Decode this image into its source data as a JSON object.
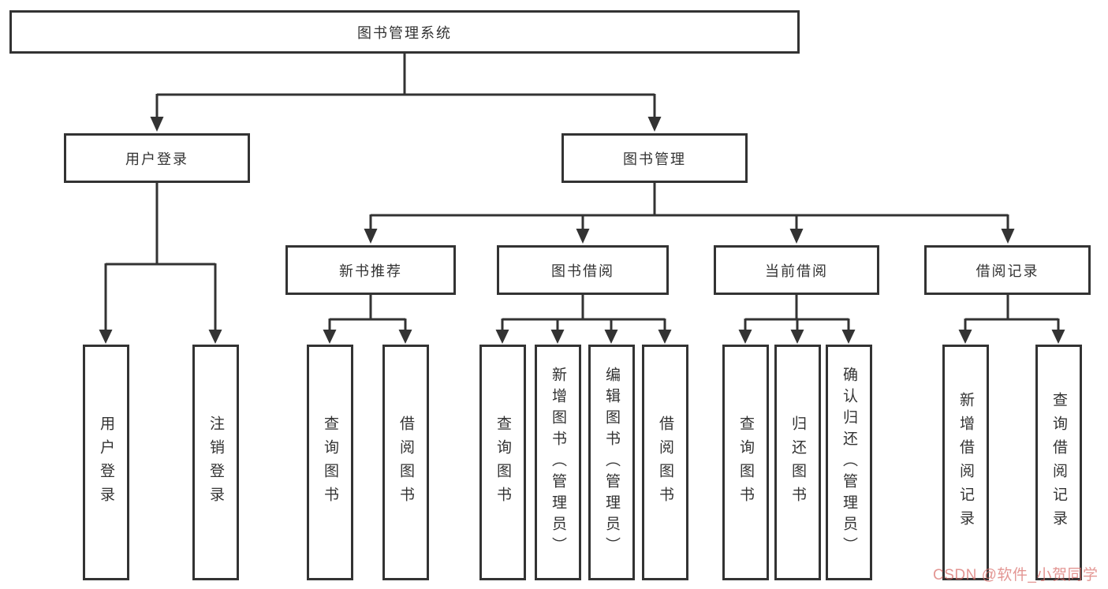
{
  "diagram_title": "图书管理系统",
  "nodes": {
    "root": "图书管理系统",
    "l2_user_login": "用户登录",
    "l2_book_mgmt": "图书管理",
    "l3_new_books": "新书推荐",
    "l3_book_borrow": "图书借阅",
    "l3_current_borrow": "当前借阅",
    "l3_borrow_records": "借阅记录",
    "leaf_user_login": "用户登录",
    "leaf_logout": "注销登录",
    "leaf_nb_query_books": "查询图书",
    "leaf_nb_borrow_books": "借阅图书",
    "leaf_bb_query_books": "查询图书",
    "leaf_bb_add_books": "新增图书（管理员）",
    "leaf_bb_edit_books": "编辑图书（管理员）",
    "leaf_bb_borrow_books": "借阅图书",
    "leaf_cb_query_books": "查询图书",
    "leaf_cb_return_books": "归还图书",
    "leaf_cb_confirm_return": "确认归还（管理员）",
    "leaf_br_add_record": "新增借阅记录",
    "leaf_br_query_record": "查询借阅记录"
  },
  "watermark": "CSDN @软件_小贺同学",
  "colors": {
    "line": "#333333",
    "box_border": "#333333",
    "box_background": "#ffffff",
    "text": "#333333",
    "watermark": "#d86e69"
  }
}
